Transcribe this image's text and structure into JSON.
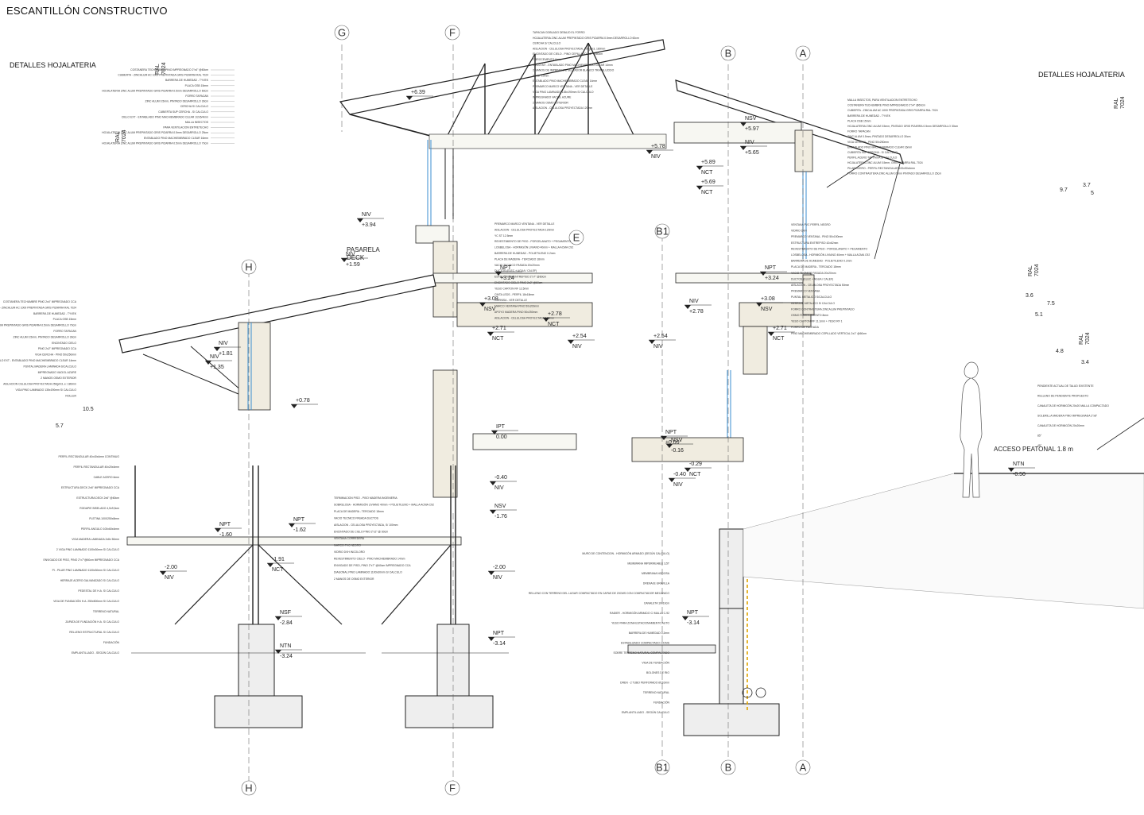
{
  "sheet_title": "ESCANTILLÓN CONSTRUCTIVO",
  "flashing_details_left": "DETALLES HOJALATERIA",
  "flashing_details_right": "DETALLES HOJALATERIA",
  "grid_top": [
    "G",
    "F",
    "B",
    "A"
  ],
  "grid_mid": [
    "E",
    "B1",
    "H"
  ],
  "grid_bottom": [
    "H",
    "F",
    "B1",
    "B",
    "A"
  ],
  "deck_label": [
    "PASARELA",
    "DECK"
  ],
  "access_label": "ACCESO PEATONAL 1.8 m",
  "ral_tags": [
    {
      "code": "RAL",
      "num": "7024"
    },
    {
      "code": "RAL",
      "num": "7024"
    },
    {
      "code": "RAL",
      "num": "7024"
    },
    {
      "code": "RAL",
      "num": "7024"
    },
    {
      "code": "RAL",
      "num": "7024"
    }
  ],
  "dims": [
    "10.5",
    "5.7",
    "9.7",
    "3.6",
    "7.5",
    "5.1",
    "4.8",
    "3.4",
    "3.7",
    "5"
  ],
  "levels": [
    {
      "name": "+6.39",
      "tag": ""
    },
    {
      "name": "NSV",
      "value": "+5.97"
    },
    {
      "name": "NIV",
      "value": "+5.65"
    },
    {
      "name": "+5.89",
      "value": "NCT"
    },
    {
      "name": "+5.78",
      "value": "NIV"
    },
    {
      "name": "+5.69",
      "value": "NCT"
    },
    {
      "name": "NIV",
      "value": "+3.94"
    },
    {
      "name": "NIV",
      "value": "+1.59"
    },
    {
      "name": "NPT",
      "value": "+3.24"
    },
    {
      "name": "NPT",
      "value": "+3.24"
    },
    {
      "name": "+3.08",
      "value": "NSV"
    },
    {
      "name": "+3.08",
      "value": "NSV"
    },
    {
      "name": "+2.78",
      "value": "NCT"
    },
    {
      "name": "NIV",
      "value": "+2.78"
    },
    {
      "name": "+2.71",
      "value": "NCT"
    },
    {
      "name": "+2.71",
      "value": "NCT"
    },
    {
      "name": "+2.54",
      "value": "NIV"
    },
    {
      "name": "+2.54",
      "value": "NIV"
    },
    {
      "name": "NIV",
      "value": "+1.81"
    },
    {
      "name": "NIV",
      "value": "+1.35"
    },
    {
      "name": "+0.78",
      "value": ""
    },
    {
      "name": "IPT",
      "value": "0.00"
    },
    {
      "name": "NPT",
      "value": "±0.00"
    },
    {
      "name": "NSV",
      "value": "-0.16"
    },
    {
      "name": "-0.29",
      "value": "NCT"
    },
    {
      "name": "-0.40",
      "value": "NIV"
    },
    {
      "name": "-0.40",
      "value": "NIV"
    },
    {
      "name": "NTN",
      "value": "-0.50"
    },
    {
      "name": "NPT",
      "value": "-1.60"
    },
    {
      "name": "NPT",
      "value": "-1.62"
    },
    {
      "name": "NSV",
      "value": "-1.76"
    },
    {
      "name": "-1.91",
      "value": "NCT"
    },
    {
      "name": "-2.00",
      "value": "NIV"
    },
    {
      "name": "-2.00",
      "value": "NIV"
    },
    {
      "name": "NSF",
      "value": "-2.84"
    },
    {
      "name": "NPT",
      "value": "-3.14"
    },
    {
      "name": "NPT",
      "value": "-3.14"
    },
    {
      "name": "NTN",
      "value": "-3.24"
    }
  ],
  "notes_roof_left": [
    "COSTANERA TECHUMBRE PINO IMPREGNADO 2\"x4\" @60cm",
    "CUBIERTA - ZINCALUM AC 1000 PREPINTADA GRIS PIZARRA RAL 7024",
    "BARRERA DE HUMEDAD - TYVEK",
    "PLACA OSB 15mm",
    "HOJALATERIA ZINC ALUM PREPINTADO GRIS PIZARRA 0.5mm DESARROLLO 60cm",
    "FORRO TAPACAN",
    "ZINC ALUM 0.5mm, PINTADO DESARROLLO 30cm",
    "CERCHA S/ CALCULO",
    "CUBIERTA SUP CERCHA - S/ CALCULO",
    "CIELO EXT - ENTABLADO PINO MACHIEMBRADO CLEAR 1/2x5/4mm",
    "MALLA INSECTOS",
    "PARA VENTILACION ENTRETECHO",
    "HOJALATERIA ZINC ALUM PREPINTADO GRIS PIZARRA 0.5mm DESARROLLO 25cm",
    "ENTABLADO PINO MACHIEMBRADO CLEAR 16mm",
    "HOJALATERIA ZINC ALUM PREPINTADO GRIS PIZARRA 0.5mm DESARROLLO 70cm"
  ],
  "notes_roof_center": [
    "TAPACAN DOBLADO DEBAJO EL FORRO",
    "HOJALATERIA ZINC ALUM PREPINTADO GRIS PIZARRA 0.5mm DESARROLLO 60cm",
    "CERCHA S/ CALCULO",
    "AISLACION - CELULOSA PROYECTADA, 250g/m3, 180mm",
    "ENCINTADO DE CIELO - PINO CEPILLADO 2x2\" @60cm",
    "FIBROCEMENTO 6mm",
    "CIELO INT - ENTABLADO PINO MACHIEMBRADO CLEAR 14mm",
    "2 MANOS DE IMPRIMANTE SELLADOR BLANCO TRANSLUCIDO",
    "YC ST 10mm",
    "ENTABLADO PINO MACHIEMBRADO CLEAR 14mm",
    "PREMARCO MARCO VENTANA - VER DETALLE",
    "VIGA PINO LAMINADO 135x190mm S/ CALCULO",
    "IMPREGNADO VACIOL AZURE",
    "2 MANOS OSMO EXTERIOR",
    "AISLACION - CELULOSA PROYECTADA 120mm"
  ],
  "notes_roof_right": [
    "MALLA INSECTOS, PARA VENTILACION ENTRETECHO",
    "COSTANERA TECHUMBRE PINO IMPREGNADO 2\"x4\" @60cm",
    "CUBIERTA - ZINCALUM AC 1000 PREPINTADA GRIS PIZARRA RAL 7024",
    "BARRERA DE HUMEDAD - TYVEK",
    "PLACA OSB 15mm",
    "HOJALATERIA ZINC ALUM 0.5mm, PINTADO GRIS PIZARRA 0.5mm DESARROLLO 30cm",
    "FORRO TAPACAN",
    "ZINC ALUM 0.5mm, PINTADO DESARROLLO 30cm",
    "VIGA CERCHA - PINO 50x250mm",
    "ENTABLADO PINO MACHIEMBRADO CLEAR 16mm",
    "CUBIERTA SUP CERCHA - S/ CALCULO",
    "PERFIL ACERO TAPTAXIA S/ CALCULO",
    "HOJALATERIA ZINC ALUM 0.5mm, GRIS PIZARRA RAL 7024",
    "PILAR ACERO - PERFIL RECTANGULAR 100x50x4mm",
    "FORRO CONTRASTERA ZINC ALUM 0.5mm PINTADO DESARROLLO 25cm"
  ],
  "notes_mid_center": [
    "PREMARCO MARCO VENTANA - VER DETALLE",
    "AISLACION - CELULOSA PROYECTADA 120mm",
    "YC ST 12.5mm",
    "REVESTIMIENTO DE PISO - PORCELANATO + PEGAMENTO",
    "LOSBELOSA - HORMIGÓN LIVIANO 40mm + MALLA ACMA C92",
    "BARRERA DE HUMEDAD - POLIETILENO 0.2mm",
    "PLACA DE MADERA - TERCIADO 18mm",
    "VACIO TECNICO PASADA 20x20mm",
    "DUCTOS (ELEC + AGUA / CALEF)",
    "ESTRUCTURA ENTREPISO 2\"x7\" @60cm",
    "ENCINTADO CIELO PINO 2x2\" @60cm",
    "YESO CARTON RF 12.5mm",
    "CINTA LEDS - PERFIL 18x18mm",
    "CORNISA - VER DETALLE",
    "MARCO VENTANA PINO 50x200mm",
    "APOYO MADERA PINO 50x250mm",
    "AISLACION - CELULOSA PROYECTADA 120mm"
  ],
  "notes_mid_right": [
    "VENTANA PVC PERFIL NEGRO",
    "VIDRIO DVH",
    "PREMARCO VENTANA - PINO 50x150mm",
    "ESTRUCTURA ENTREPISO 42x62mm",
    "REVESTIMIENTO DE PISO - PORCELANATO + PEGAMENTO",
    "LOSBELOSA - HORMIGÓN LIVIANO 40mm + MALLA ACMA C92",
    "BARRERA DE HUMEDAD - POLIETILENO 0.2mm",
    "PLACA DE MADERA - TERCIADO 18mm",
    "VACIO TECNICO PASADA 20x20mm",
    "DUCTOS (ELEC + AGUA / CALEF)",
    "AISLACION - CELULOSA PROYECTADA 50mm",
    "PREMARCO VENTANA",
    "PUNTAL METALICO S/CALCULO",
    "HERRAJE METALICO S/ CALCULO",
    "FORRO CONTRASTERA ZINCALUM PREPINTADO",
    "OSMO FIBROCEMENTO 8mm",
    "YESO CARTON RF 11.1mm + YESO RF 1",
    "FORRO DE FACHADA",
    "PINO MACHIEMBRADO CEPILLADO VERTICAL 2x1\" @60cm"
  ],
  "notes_lower_left": [
    "COSTANERA TECHUMBRE PINO 2x4\" IMPREGNADO CCA",
    "CUBIERTA - ZINCALUM AC 1000 PREPINTADA GRIS PIZARRA RAL 7024",
    "BARRERA DE HUMEDAD - TYVEK",
    "PLACA OSB 15mm",
    "HOJALATERIA ZINC ALUM PREPINTADO GRIS PIZARRA 0.5mm DESARROLLO 70cm",
    "FORRO TAPACAN",
    "ZINC ALUM 0.5mm, PINTADO DESARROLLO 30cm",
    "ENCINTADO CIELO",
    "PINO 2x2\" IMPREGNADO CCA",
    "VIGA CERCHA - PINO 50x250mm",
    "CIELO EXT - ENTABLADO PINO MACHIEMBRADO CLEAR 14mm",
    "PUNTAL MADERA LAMINADA S/CALCULO",
    "IMPREGNADO VACIOL AZURE",
    "2 MANOS OSMO EXTERIOR",
    "AISLACION CELULOSA PROYECTADA 250g/m3, e: 180mm",
    "VIGA PINO LAMINADO 135x190mm S/ CALCULO",
    "ROLLER"
  ],
  "notes_deck": [
    "PERFIL RECTANGULAR 40x40x4mm CONTINUO",
    "PERFIL RECTANGULAR 40x20x4mm",
    "CABLE ACERO 6mm",
    "ESTRUCTURA DECK 2x6\" IMPREGNADO CCA",
    "ESTRUCTURA DECK 2x6\" @60cm",
    "RODAPIE BISELADO 4,5x9,5cm",
    "PLETINA 100X250x8mm",
    "PERFIL ANGULO 100x60x4mm",
    "VIGA MADERA LAMINADA 2x8x 50mm",
    "2 VIGA PINO LAMINADO 1100x30mm S/ CALCULO",
    "ENVIGADO DE PISO, PINO 2\"x7\"@60cm IMPREGNADO CCA",
    "PI - PILAR PINO LAMINADO 1100x30mm S/ CALCULO",
    "HERRAJE ACERO GALVANIZADO S/ CALCULO",
    "PEDESTAL DE H.A. S/ CALCULO",
    "VIGA DE FUNDACIÓN H.A. 250x500mm S/ CALCULO",
    "TERRENO NATURAL",
    "ZAPATA DE FUNDACIÓN H.A. S/ CALCULO",
    "RELLENO ESTRUCTURAL S/ CALCULO",
    "FUNDACIÓN",
    "EMPLANTILLADO - SEGÚN CALCULO"
  ],
  "notes_lower_center": [
    "TERMINACION PISO - PISO MADERA INGENIERIA",
    "SOBRELOSA - HORMIGÓN LIVIANO 40mm + POLIETILENO + MALLA ACMA C92",
    "PLACA DE MADERA - TERCIADO 18mm",
    "VACIO TECNICO PASADA DUCTOS",
    "AISLACION - CELULOSA PROYECTADA, S/ 100mm",
    "ENCINTADO DE CIELO PINO 2\"x2\" @ 60cm",
    "VENTANA CORREDERA",
    "MARCO PVC NEGRO",
    "VIDRIO DVH INCOLORO",
    "REVESTIMIENTO CIELO - PINO MACHIEMBRADO 14mm",
    "ENVIGADO DE PISO, PINO 2\"x7\" @60cm IMPREGNADO CCA",
    "DIAGONAL PINO LAMINADO 1100x30mm S/ CALCULO",
    "2 MANOS DE OSMO EXTERIOR"
  ],
  "notes_lower_right": [
    "MURO DE CONTENCION - HORMIGÓN ARMADO (SEGÚN CALCULO)",
    "MEMBRANA IMPERMEABLE 3,5T",
    "MEMBRANA NODOSA",
    "DRENAJE GRAVILLA",
    "RELLENO CON TERRENO DEL LUGAR COMPACTADO EN CAPAS DE 20CMS CON COMPACTADOR MECANICO",
    "CANALETA 10x10cm",
    "RADIER - HORMIGÓN ARMADO C/ MALLA C-92",
    "YESO PARA ZONA ESTACIONAMIENTO AUTO",
    "BARRERA DE HUMEDAD 0,2mm",
    "ESTABILIZADO COMPACTADO 10CMS",
    "SOBRE TERRENO NATURAL COMPACTADO",
    "VIGA DE FUNDACIÓN",
    "BOLONES DE RIO",
    "DREN - 2 TUBO PERFORADO Ø110mm",
    "TERRENO NATURAL",
    "FUNDACIÓN",
    "EMPLANTILLADO - SEGÚN CALCULO"
  ],
  "notes_site": [
    "PENDIENTE ACTUAL DE TALUD EXISTENTE",
    "RELLENO DE PENDIENTE PROPUESTO",
    "CANALETA DE HORMIGÓN 20x20 MALLA COMPACTADO",
    "SOLERILLA MADERA PINO IMPREGNADA 2\"x8\"",
    "CANALETA DE HORMIGÓN 20x20mm",
    "85°",
    "45°"
  ]
}
